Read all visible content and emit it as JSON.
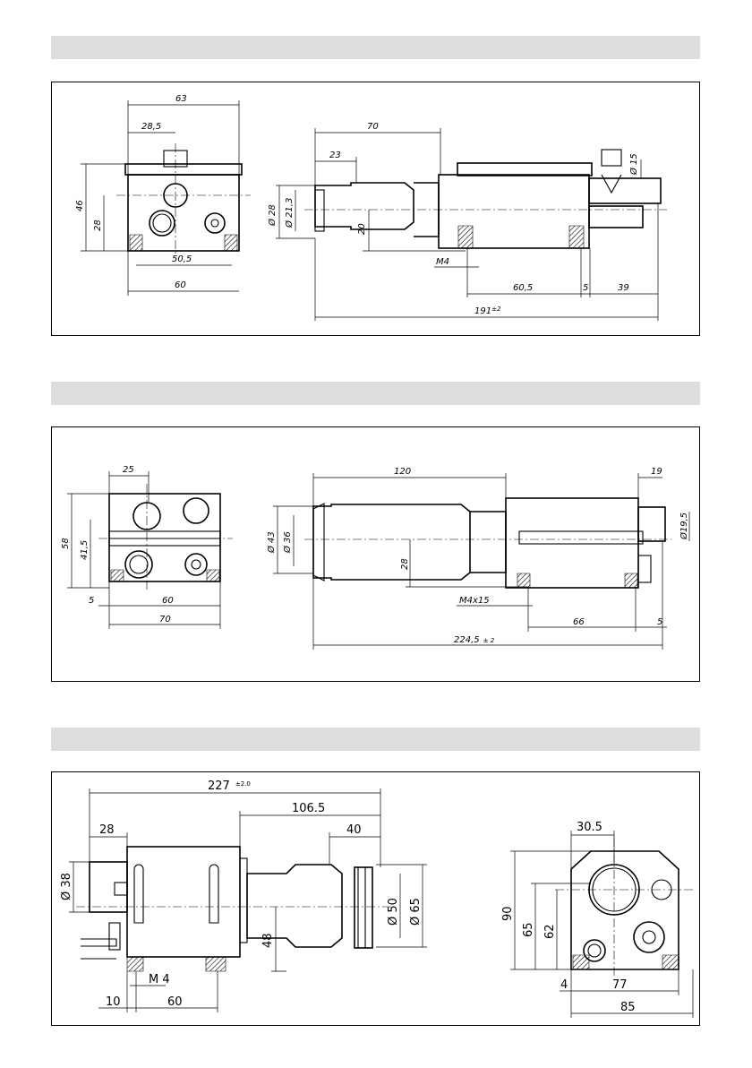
{
  "diagrams": [
    {
      "id": "drawing-1",
      "dimensions": [
        "63",
        "28,5",
        "46",
        "28",
        "50,5",
        "60",
        "70",
        "23",
        "Ø 28",
        "Ø 21,3",
        "20",
        "Ø 15",
        "M4",
        "60,5",
        "5",
        "39",
        "191",
        "±2"
      ]
    },
    {
      "id": "drawing-2",
      "dimensions": [
        "25",
        "58",
        "41,5",
        "5",
        "60",
        "70",
        "120",
        "19",
        "Ø 43",
        "Ø 36",
        "28",
        "Ø19,5",
        "M4x15",
        "66",
        "5",
        "224,5",
        "± 2"
      ]
    },
    {
      "id": "drawing-3",
      "dimensions": [
        "227",
        "±2.0",
        "106.5",
        "28",
        "40",
        "Ø 38",
        "48",
        "Ø 50",
        "Ø 65",
        "M 4",
        "10",
        "60",
        "30.5",
        "90",
        "65",
        "62",
        "4",
        "77",
        "85"
      ]
    }
  ],
  "colors": {
    "section_bar": "#dddddd",
    "line": "#000000",
    "background": "#ffffff"
  }
}
